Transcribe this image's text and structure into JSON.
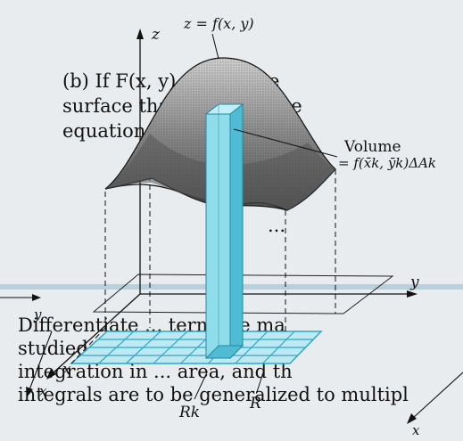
{
  "surface_label": "z = f(x, y)",
  "axis_z": "z",
  "axis_y": "y",
  "axis_x": "x",
  "volume_label": "Volume",
  "volume_formula": "= f(x̄k, ȳk)ΔAk",
  "region_small_label": "Rk",
  "region_label": "R",
  "bg_text_lines": [
    "(b) If F(x, y) = ... is the",
    "surface that ... define the",
    "equation ...",
    "...",
    "Differentiate ... term the ma",
    "studied ... surface (Cha",
    "integration in ... area, and th",
    "integrals are to be generalized to multipl"
  ],
  "colors": {
    "background": "#e8ecef",
    "page_text": "#a8b0b6",
    "prism": "#7fd6e6",
    "prism_dark": "#3fb1c8",
    "grid": "#2ca9c6",
    "surface": "#9b9b9b"
  }
}
